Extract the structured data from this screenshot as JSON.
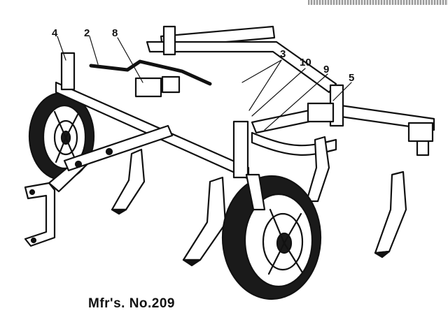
{
  "figure": {
    "caption": "Mfr's. No.209",
    "callouts": [
      "4",
      "2",
      "8",
      "3",
      "10",
      "9",
      "5"
    ]
  },
  "palette": {
    "ink": "#111111",
    "tire": "#1a1a1a",
    "paper": "#ffffff",
    "shade": "#cfcfcf"
  }
}
